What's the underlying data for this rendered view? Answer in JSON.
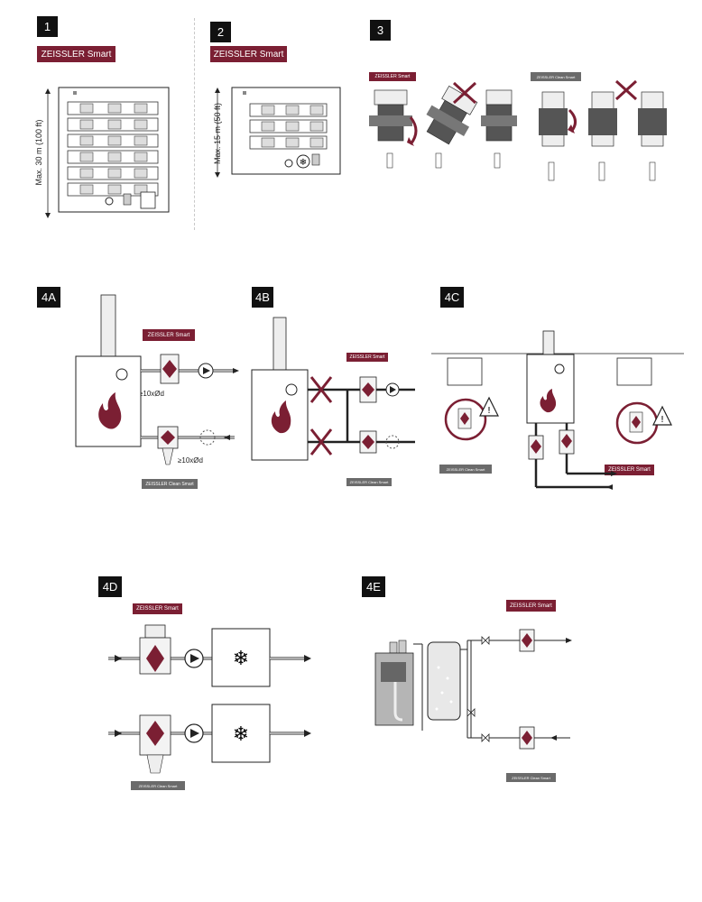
{
  "steps": {
    "s1": {
      "number": "1",
      "brand": "ZEISSLER Smart",
      "height_label": "Max. 30 m (100 ft)"
    },
    "s2": {
      "number": "2",
      "brand": "ZEISSLER Smart",
      "height_label": "Max. 15 m (50 ft)"
    },
    "s3": {
      "number": "3",
      "brand_a": "ZEISSLER Smart",
      "brand_b": "ZEISSLER Clean Smart"
    },
    "s4a": {
      "number": "4A",
      "brand_top": "ZEISSLER Smart",
      "brand_bottom": "ZEISSLER Clean Smart",
      "dist_top": "≥10xØd",
      "dist_bottom": "≥10xØd"
    },
    "s4b": {
      "number": "4B",
      "brand_top": "ZEISSLER Smart",
      "brand_bottom": "ZEISSLER Clean Smart"
    },
    "s4c": {
      "number": "4C",
      "brand_left": "ZEISSLER Clean Smart",
      "brand_right": "ZEISSLER Smart"
    },
    "s4d": {
      "number": "4D",
      "brand_top": "ZEISSLER Smart",
      "brand_bottom": "ZEISSLER Clean Smart"
    },
    "s4e": {
      "number": "4E",
      "brand_top": "ZEISSLER Smart",
      "brand_bottom": "ZEISSLER Clean Smart"
    }
  },
  "colors": {
    "brand_red": "#7b1f33",
    "label_grey": "#6b6b6b",
    "line": "#222222"
  },
  "icons": [
    "flame-icon",
    "snowflake-icon",
    "pump-icon",
    "valve-icon",
    "warning-icon",
    "cross-icon",
    "filter-icon"
  ]
}
